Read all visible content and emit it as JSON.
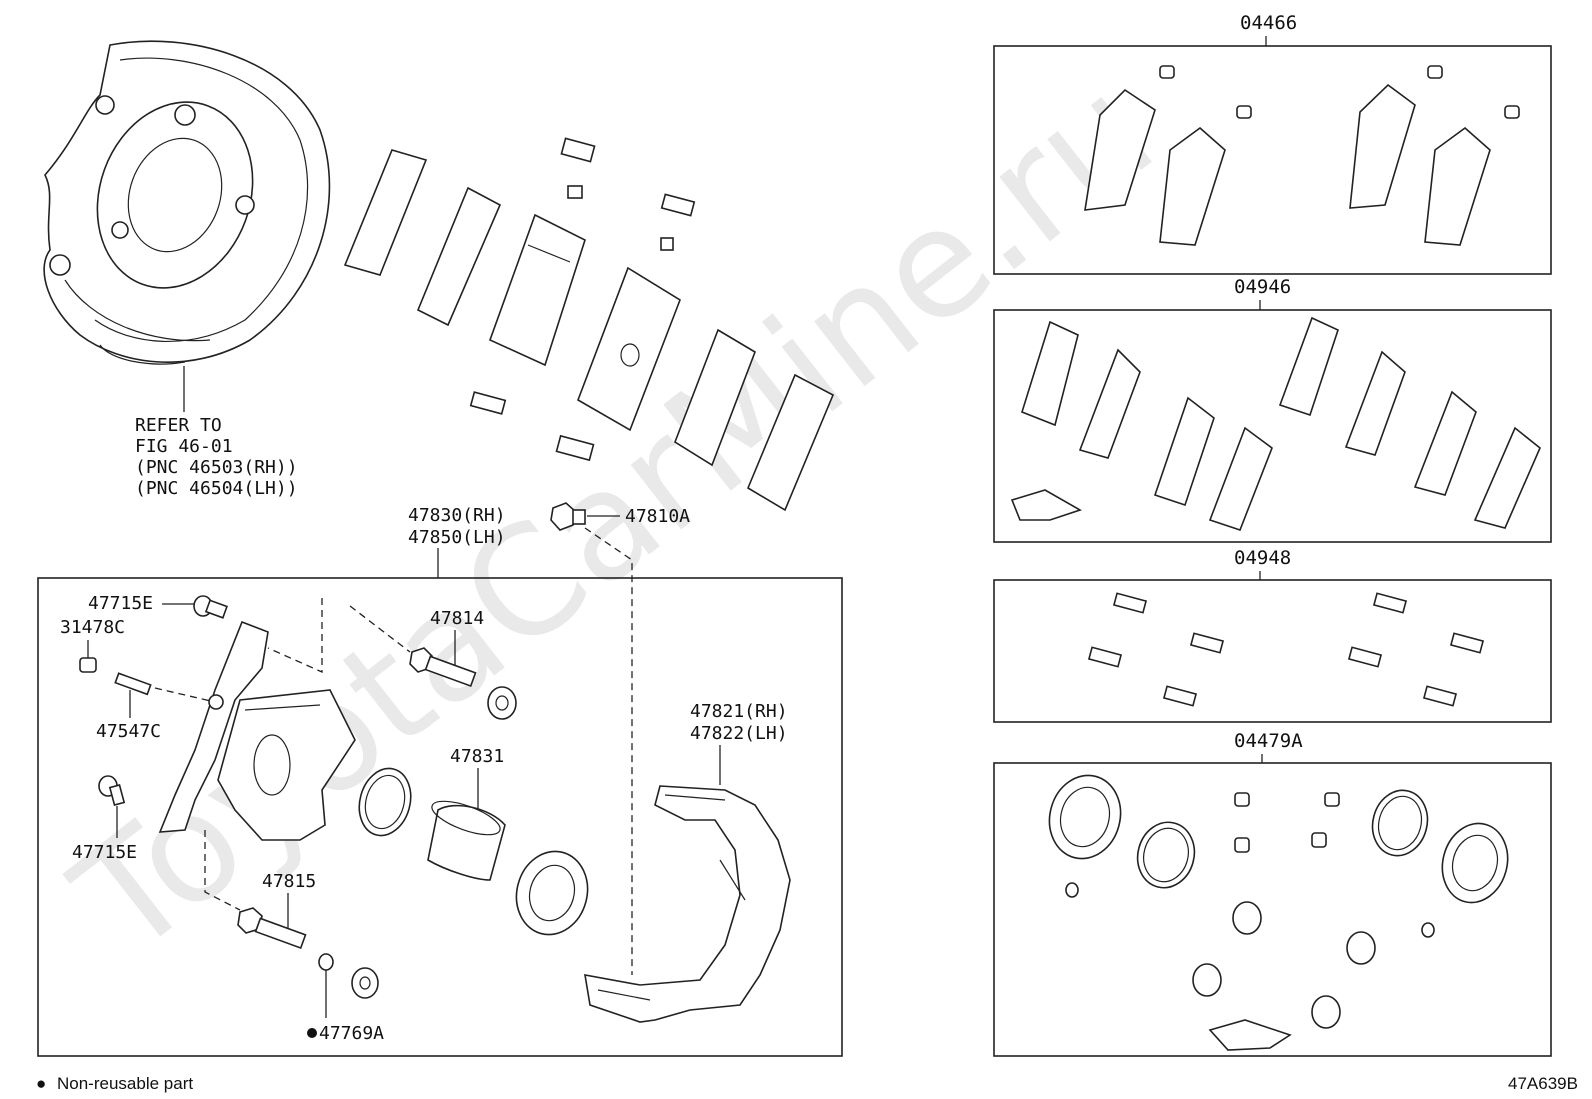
{
  "watermark": "ToyotaCarMine.ru",
  "refer_note": {
    "line1": "REFER TO",
    "line2": "FIG 46-01",
    "line3": "(PNC 46503(RH))",
    "line4": "(PNC 46504(LH))"
  },
  "labels": {
    "assy_rh": "47830(RH)",
    "assy_lh": "47850(LH)",
    "p47810A": "47810A",
    "p47715E_top": "47715E",
    "p31478C": "31478C",
    "p47547C": "47547C",
    "p47715E_bottom": "47715E",
    "p47814": "47814",
    "p47831": "47831",
    "p47815": "47815",
    "p47769A": "47769A",
    "mount_rh": "47821(RH)",
    "mount_lh": "47822(LH)"
  },
  "kits": {
    "k04466": "04466",
    "k04946": "04946",
    "k04948": "04948",
    "k04479A": "04479A"
  },
  "legend": {
    "bullet": "●",
    "text": "Non-reusable part"
  },
  "figure_code": "47A639B"
}
